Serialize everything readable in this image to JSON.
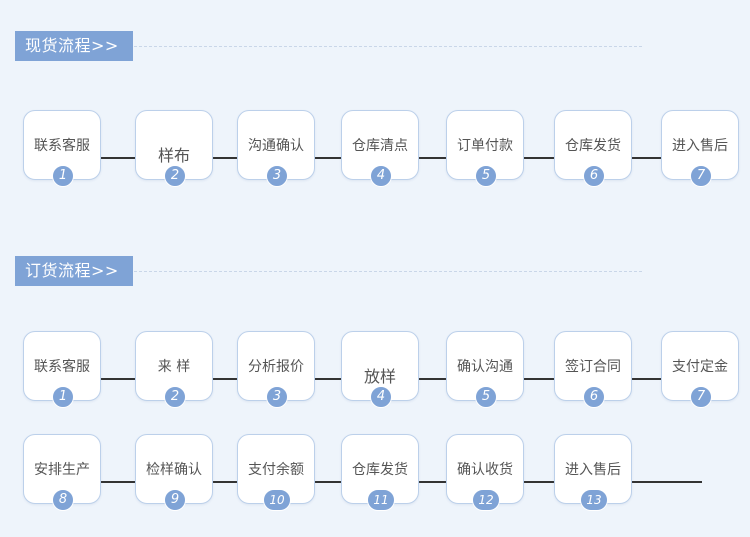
{
  "spot_flow": {
    "title": "现货流程>>",
    "steps": [
      {
        "label": "联系客服",
        "num": "1"
      },
      {
        "label": "样布",
        "num": "2"
      },
      {
        "label": "沟通确认",
        "num": "3"
      },
      {
        "label": "仓库清点",
        "num": "4"
      },
      {
        "label": "订单付款",
        "num": "5"
      },
      {
        "label": "仓库发货",
        "num": "6"
      },
      {
        "label": "进入售后",
        "num": "7"
      }
    ]
  },
  "order_flow": {
    "title": "订货流程>>",
    "steps": [
      {
        "label": "联系客服",
        "num": "1"
      },
      {
        "label": "来 样",
        "num": "2"
      },
      {
        "label": "分析报价",
        "num": "3"
      },
      {
        "label": "放样",
        "num": "4"
      },
      {
        "label": "确认沟通",
        "num": "5"
      },
      {
        "label": "签订合同",
        "num": "6"
      },
      {
        "label": "支付定金",
        "num": "7"
      },
      {
        "label": "安排生产",
        "num": "8"
      },
      {
        "label": "检样确认",
        "num": "9"
      },
      {
        "label": "支付余额",
        "num": "10"
      },
      {
        "label": "仓库发货",
        "num": "11"
      },
      {
        "label": "确认收货",
        "num": "12"
      },
      {
        "label": "进入售后",
        "num": "13"
      }
    ]
  }
}
